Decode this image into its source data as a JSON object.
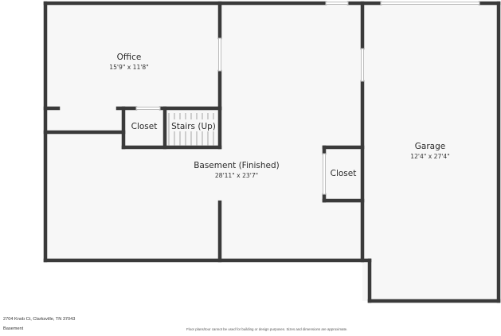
{
  "colors": {
    "wall": "#3a3a3a",
    "floor": "#f7f7f7",
    "background": "#ffffff",
    "text": "#2a2a2a"
  },
  "rooms": {
    "office": {
      "name": "Office",
      "dims": "15'9\" x 11'8\""
    },
    "closet_left": {
      "name": "Closet"
    },
    "stairs": {
      "name": "Stairs (Up)"
    },
    "basement": {
      "name": "Basement (Finished)",
      "dims": "28'11\" x 23'7\""
    },
    "closet_right": {
      "name": "Closet"
    },
    "garage": {
      "name": "Garage",
      "dims": "12'4\" x 27'4\""
    }
  },
  "footer": {
    "address": "2704 Knob Ct, Clarksville, TN 37043",
    "level": "Basement",
    "disclaimer": "Floor plans/tour cannot be used for building or design purposes. Sizes and dimensions are approximate."
  }
}
